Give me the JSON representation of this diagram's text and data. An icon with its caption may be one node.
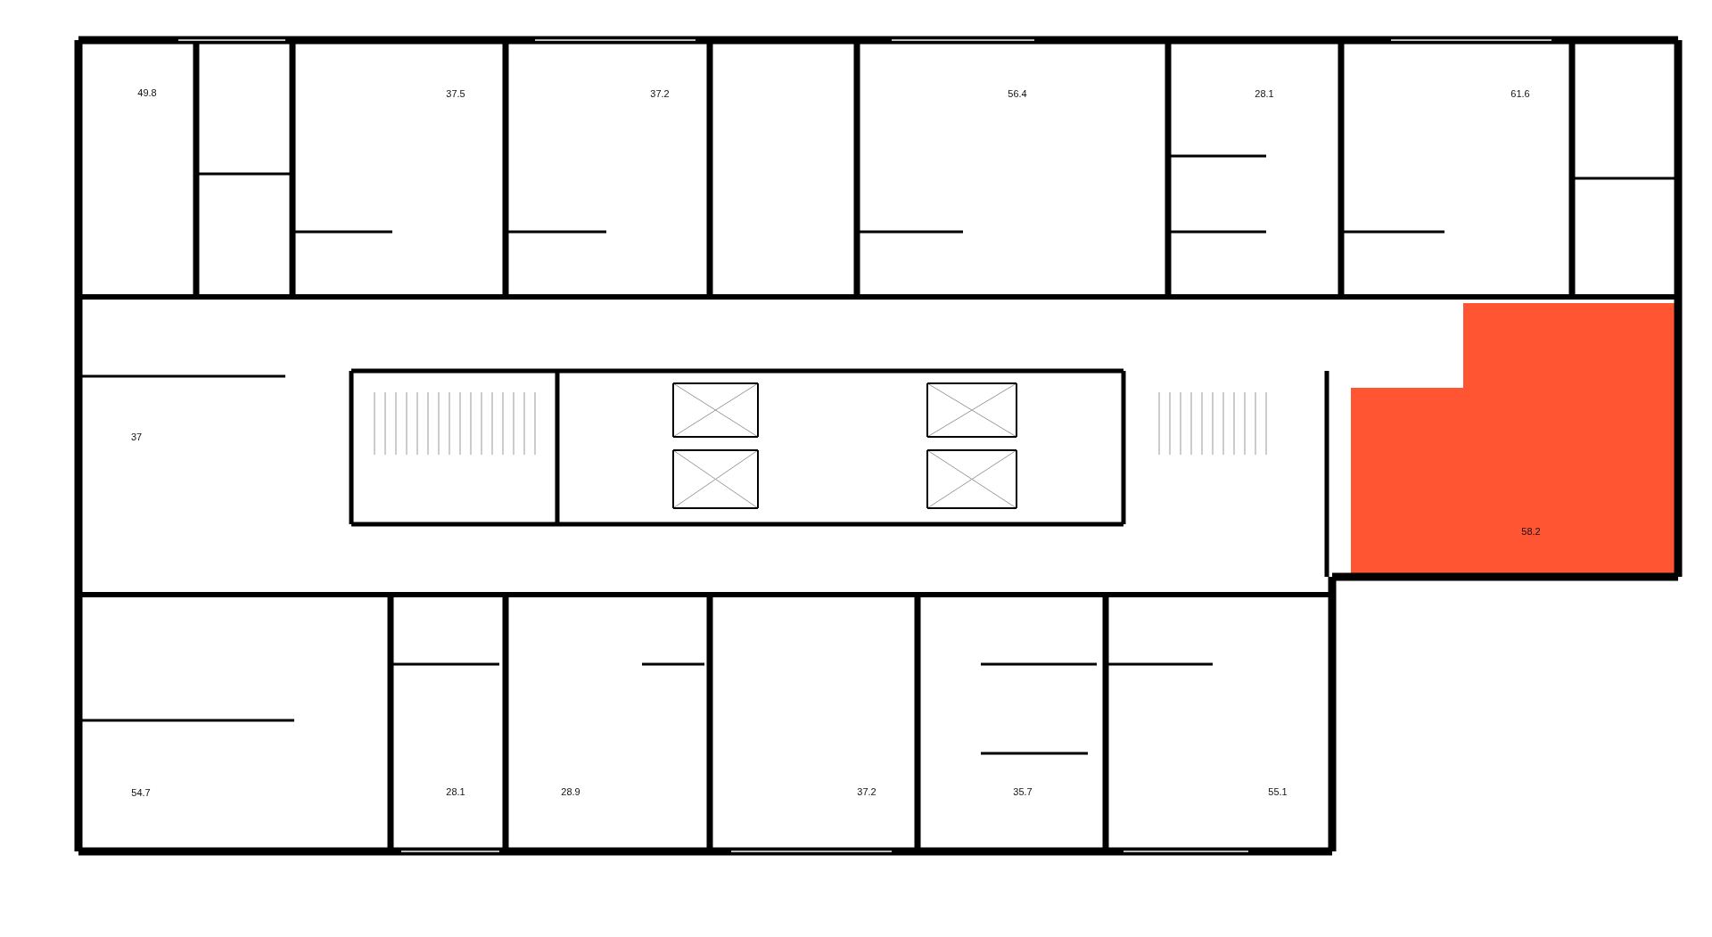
{
  "diagram": {
    "nodes": [
      {
        "text": [
          "58.2"
        ]
      }
    ],
    "labels": [
      "49.8",
      "37.5",
      "37.2",
      "56.4",
      "28.1",
      "61.6",
      "37",
      "54.7",
      "28.1",
      "28.9",
      "37.2",
      "35.7",
      "55.1"
    ]
  }
}
